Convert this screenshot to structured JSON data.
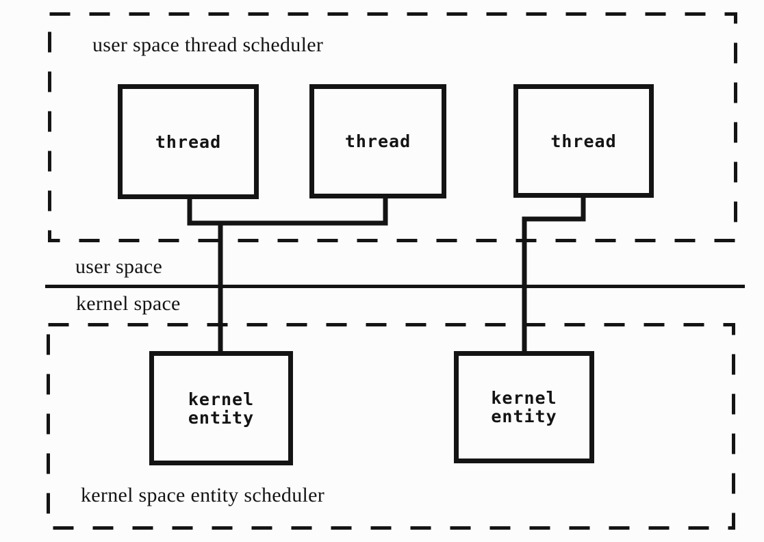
{
  "diagram": {
    "user_space_region": {
      "label": "user space thread scheduler",
      "threads": [
        {
          "label": "thread"
        },
        {
          "label": "thread"
        },
        {
          "label": "thread"
        }
      ]
    },
    "boundary": {
      "user_side_label": "user space",
      "kernel_side_label": "kernel space"
    },
    "kernel_space_region": {
      "label": "kernel space entity scheduler",
      "entities": [
        {
          "label": "kernel\nentity"
        },
        {
          "label": "kernel\nentity"
        }
      ]
    },
    "colors": {
      "line": "#141414",
      "background": "#fcfcfc"
    }
  }
}
